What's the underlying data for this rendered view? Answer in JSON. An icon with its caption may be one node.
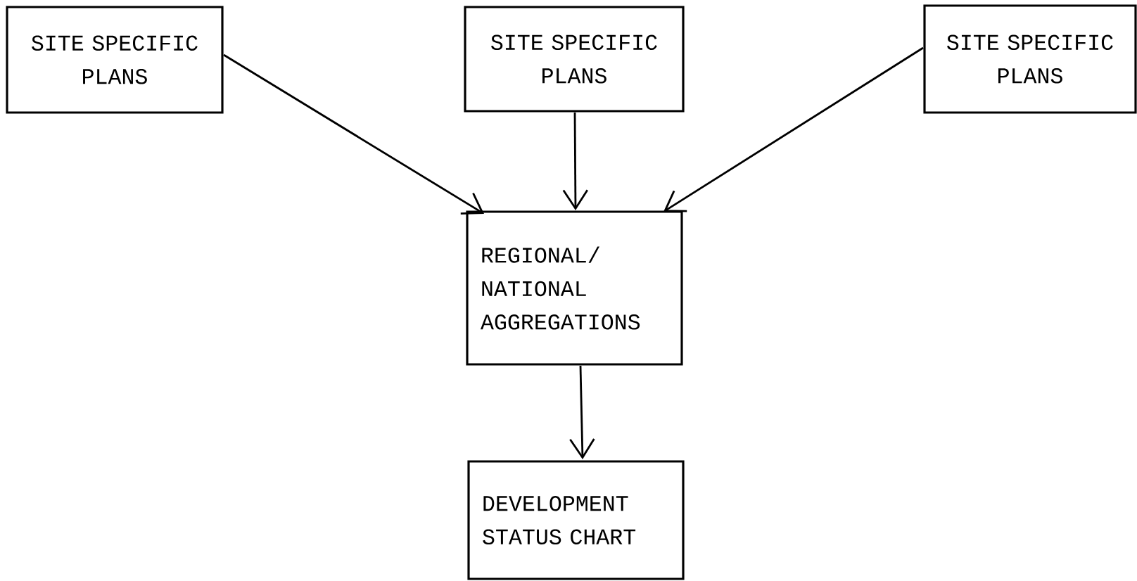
{
  "diagram": {
    "nodes": [
      {
        "text": [
          "SITE SPECIFIC PLANS"
        ]
      },
      {
        "text": [
          "SITE SPECIFIC PLANS"
        ]
      },
      {
        "text": [
          "SITE SPECIFIC PLANS"
        ]
      },
      {
        "text": [
          "REGIONAL/ NATIONAL AGGREGATIONS"
        ]
      },
      {
        "text": [
          "DEVELOPMENT STATUS CHART"
        ]
      }
    ],
    "edges": [
      {
        "from": 0,
        "to": 3,
        "arrow": "to"
      },
      {
        "from": 1,
        "to": 3,
        "arrow": "to"
      },
      {
        "from": 2,
        "to": 3,
        "arrow": "to"
      },
      {
        "from": 3,
        "to": 4,
        "arrow": "to"
      }
    ]
  }
}
